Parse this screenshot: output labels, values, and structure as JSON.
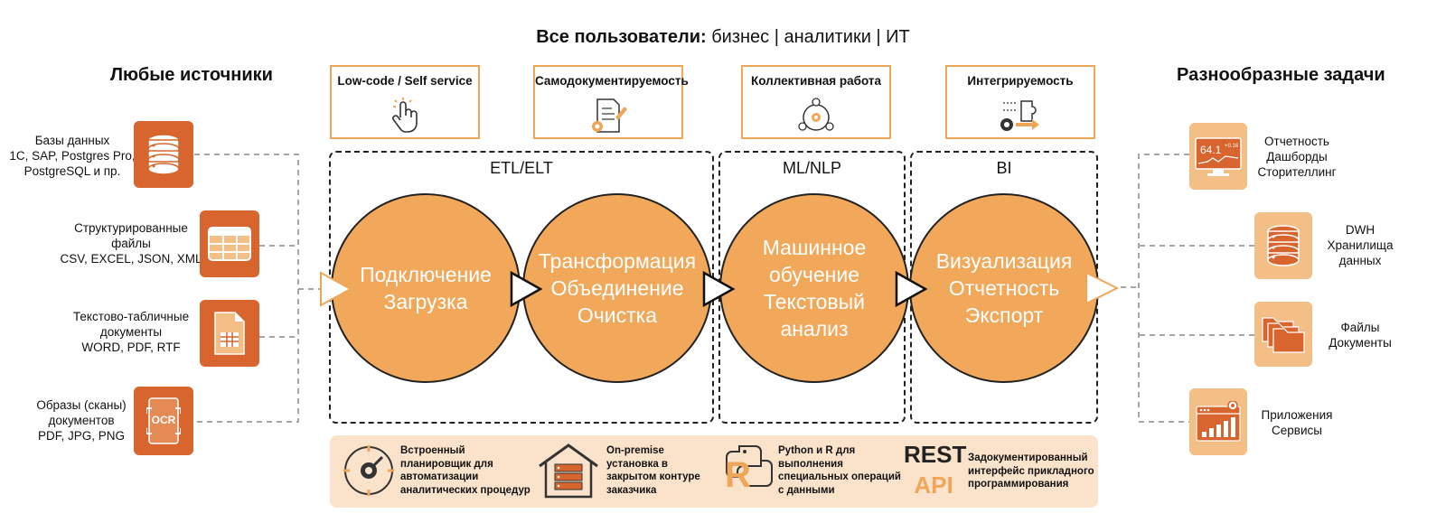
{
  "header": {
    "title_bold": "Все пользователи:",
    "title_rest": " бизнес | аналитики | ИТ"
  },
  "sources": {
    "title": "Любые источники",
    "items": [
      {
        "lines": [
          "Базы данных",
          "1С, SAP, Postgres Pro,",
          "PostgreSQL и пр."
        ],
        "icon": "database-icon"
      },
      {
        "lines": [
          "Структурированные",
          "файлы",
          "CSV, EXCEL, JSON, XML"
        ],
        "icon": "table-icon"
      },
      {
        "lines": [
          "Текстово-табличные",
          "документы",
          "WORD, PDF, RTF"
        ],
        "icon": "document-table-icon"
      },
      {
        "lines": [
          "Образы (сканы)",
          "документов",
          "PDF, JPG, PNG"
        ],
        "icon": "ocr-icon",
        "icon_text": "OCR"
      }
    ]
  },
  "features": [
    {
      "label": "Low-code / Self service",
      "icon": "hand-pointer-icon"
    },
    {
      "label": "Самодокументируемость",
      "icon": "document-pen-icon"
    },
    {
      "label": "Коллективная работа",
      "icon": "team-icon"
    },
    {
      "label": "Интегрируемость",
      "icon": "puzzle-gear-icon"
    }
  ],
  "stages": [
    {
      "label": "ETL/ELT"
    },
    {
      "label": "ML/NLP"
    },
    {
      "label": "BI"
    }
  ],
  "circles": [
    {
      "lines": [
        "Подключение",
        "Загрузка"
      ]
    },
    {
      "lines": [
        "Трансформация",
        "Объединение",
        "Очистка"
      ]
    },
    {
      "lines": [
        "Машинное",
        "обучение",
        "Текстовый",
        "анализ"
      ]
    },
    {
      "lines": [
        "Визуализация",
        "Отчетность",
        "Экспорт"
      ]
    }
  ],
  "destinations": {
    "title": "Разнообразные задачи",
    "items": [
      {
        "lines": [
          "Отчетность",
          "Дашборды",
          "Сторителлинг"
        ],
        "icon": "dashboard-monitor-icon",
        "icon_value": "64.1",
        "icon_sub": "+0.16"
      },
      {
        "lines": [
          "DWH",
          "Хранилища",
          "данных"
        ],
        "icon": "database-icon"
      },
      {
        "lines": [
          "Файлы",
          "Документы"
        ],
        "icon": "folders-icon"
      },
      {
        "lines": [
          "Приложения",
          "Сервисы"
        ],
        "icon": "app-window-icon"
      }
    ]
  },
  "bottom": [
    {
      "lines": [
        "Встроенный",
        "планировщик для",
        "автоматизации",
        "аналитических процедур"
      ],
      "icon": "scheduler-gear-icon"
    },
    {
      "lines": [
        "On-premise",
        "установка в",
        "закрытом контуре",
        "заказчика"
      ],
      "icon": "server-house-icon"
    },
    {
      "lines": [
        "Python и R для",
        "выполнения",
        "специальных операций",
        "с данными"
      ],
      "icon": "python-r-icon",
      "icon_text": "R"
    },
    {
      "lines": [
        "Задокументированный",
        "интерфейс прикладного",
        "программирования"
      ],
      "icon": "rest-api-icon",
      "icon_text_1": "REST",
      "icon_text_2": "API"
    }
  ],
  "colors": {
    "orange_dark": "#d7652d",
    "orange_circle": "#f2a85a",
    "orange_light": "#f4bf86",
    "band": "#fbe3cb",
    "border": "#f0a658"
  }
}
